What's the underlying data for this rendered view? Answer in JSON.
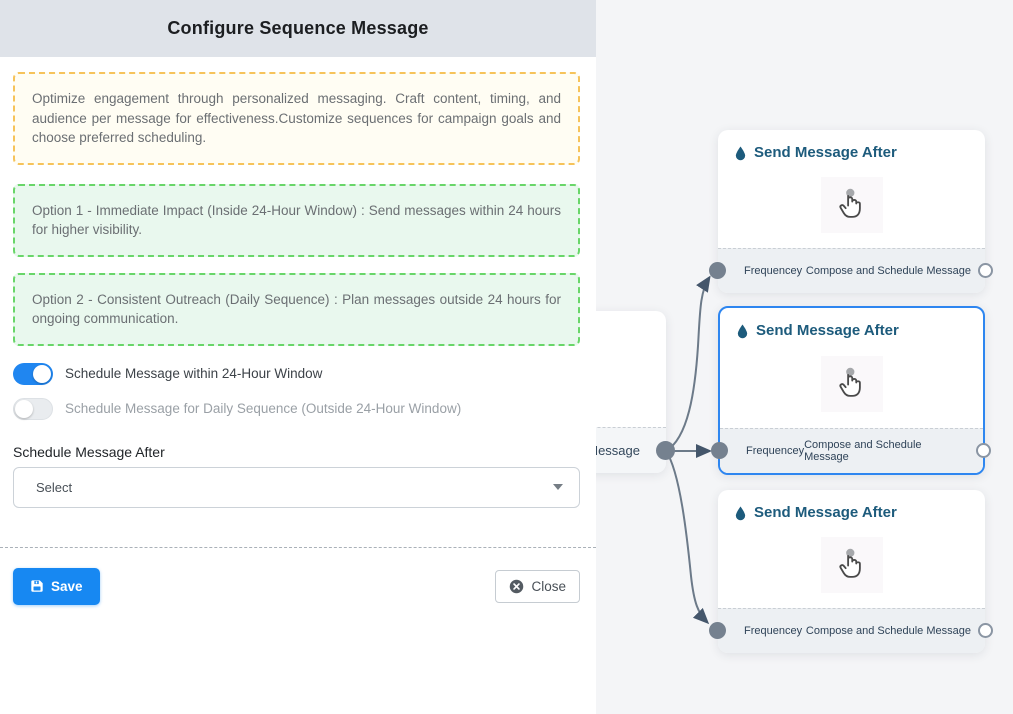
{
  "panel": {
    "title": "Configure Sequence Message",
    "intro": "Optimize engagement through personalized messaging. Craft content, timing, and audience per message for effectiveness.Customize sequences for campaign goals and choose preferred scheduling.",
    "option1": "Option 1 - Immediate Impact (Inside 24-Hour Window) : Send messages within 24 hours for higher visibility.",
    "option2": "Option 2 - Consistent Outreach (Daily Sequence) : Plan messages outside 24 hours for ongoing communication.",
    "toggles": [
      {
        "label": "Schedule Message within 24-Hour Window",
        "state": "on"
      },
      {
        "label": "Schedule Message for Daily Sequence (Outside 24-Hour Window)",
        "state": "off"
      }
    ],
    "schedule_after": {
      "label": "Schedule Message After",
      "value": "Select"
    },
    "buttons": {
      "save": "Save",
      "close": "Close"
    }
  },
  "flow": {
    "partial_node": {
      "footer_label": "ce Message"
    },
    "nodes": [
      {
        "title": "Send Message After",
        "footer_left": "Frequencey",
        "footer_right": "Compose and Schedule Message",
        "selected": false
      },
      {
        "title": "Send Message After",
        "footer_left": "Frequencey",
        "footer_right": "Compose and Schedule Message",
        "selected": true
      },
      {
        "title": "Send Message After",
        "footer_left": "Frequencey",
        "footer_right": "Compose and Schedule Message",
        "selected": false
      }
    ]
  },
  "icons": {
    "save": "floppy-disk",
    "close": "circle-x",
    "select": "caret-down",
    "node_header": "droplet",
    "node_body": "tap-hand"
  },
  "colors": {
    "header_bg": "#dfe3e9",
    "toggle_on": "#2086f0",
    "save_button": "#1788f2",
    "selected_node_border": "#2e86f0",
    "node_title": "#1d5b7c",
    "edge": "#6c7a89",
    "yellow_border": "#f6c35a",
    "green_border": "#69d669",
    "flow_bg": "#f4f5f7"
  }
}
